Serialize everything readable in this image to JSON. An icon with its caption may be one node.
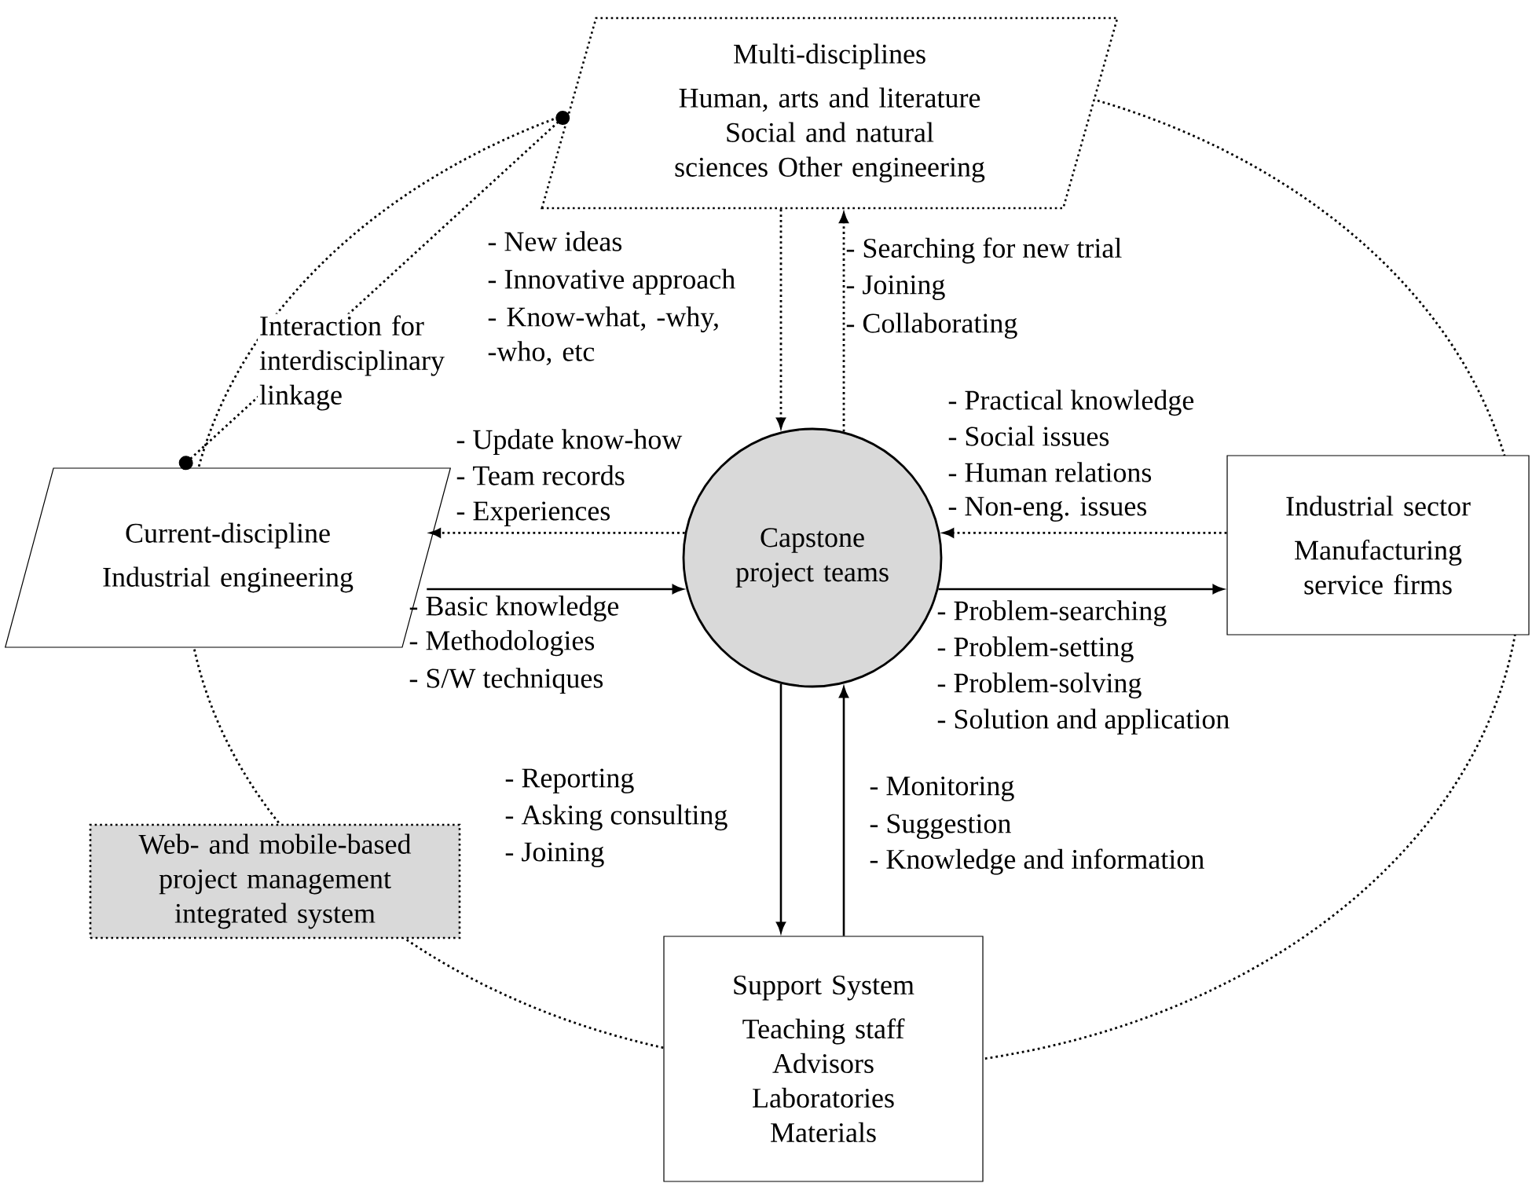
{
  "diagram": {
    "nodes": [
      {
        "text": [
          "Multi-disciplines",
          "Human, arts and literature Social and natural sciences Other engineering"
        ]
      },
      {
        "text": [
          "Current-discipline",
          "Industrial engineering"
        ]
      },
      {
        "text": [
          "Capstone project teams"
        ]
      },
      {
        "text": [
          "Industrial sector",
          "Manufacturing service firms"
        ]
      },
      {
        "text": [
          "Web- and mobile-based project management integrated system"
        ]
      },
      {
        "text": [
          "Support System",
          "Teaching staff Advisors Laboratories Materials"
        ]
      }
    ],
    "edges": [
      {
        "from": 1,
        "to": 0,
        "arrow": "other",
        "style": "dashed",
        "label": "Interaction for interdisciplinary linkage"
      },
      {
        "from": 0,
        "to": 2,
        "arrow": "to",
        "style": "dashed"
      },
      {
        "from": 2,
        "to": 0,
        "arrow": "to",
        "style": "dashed"
      },
      {
        "from": 2,
        "to": 1,
        "arrow": "to",
        "style": "dashed"
      },
      {
        "from": 1,
        "to": 2,
        "arrow": "to"
      },
      {
        "from": 3,
        "to": 2,
        "arrow": "to",
        "style": "dashed"
      },
      {
        "from": 2,
        "to": 3,
        "arrow": "to"
      },
      {
        "from": 2,
        "to": 5,
        "arrow": "to"
      },
      {
        "from": 5,
        "to": 2,
        "arrow": "to"
      }
    ],
    "labels": [
      "- New ideas",
      "- Innovative approach",
      "- Know-what, -why, -who, etc",
      "- Searching for new trial",
      "- Joining",
      "- Collaborating",
      "- Practical knowledge",
      "- Social issues",
      "- Human relations",
      "- Non-eng. issues",
      "- Update know-how",
      "- Team records",
      "- Experiences",
      "- Basic knowledge",
      "- Methodologies",
      "- S/W techniques",
      "- Problem-searching",
      "- Problem-setting",
      "- Problem-solving",
      "- Solution and application",
      "- Reporting",
      "- Asking consulting",
      "- Joining",
      "- Monitoring",
      "- Suggestion",
      "- Knowledge and information"
    ]
  }
}
